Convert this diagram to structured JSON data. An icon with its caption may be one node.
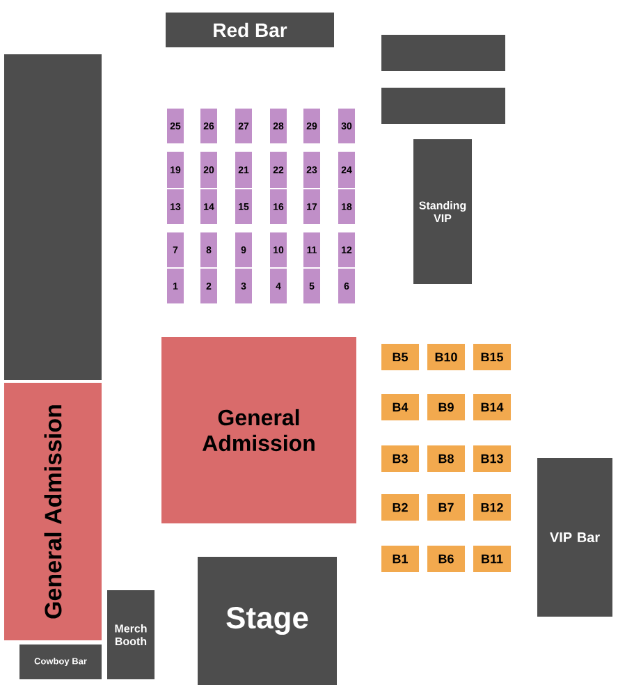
{
  "diagram": {
    "nodes": [
      {
        "text": [
          "Red Bar"
        ]
      },
      {
        "text": [],
        "shape": "box"
      },
      {
        "text": [],
        "shape": "box"
      },
      {
        "text": [],
        "shape": "box"
      },
      {
        "text": [
          "25"
        ]
      },
      {
        "text": [
          "26"
        ]
      },
      {
        "text": [
          "27"
        ]
      },
      {
        "text": [
          "28"
        ]
      },
      {
        "text": [
          "29"
        ]
      },
      {
        "text": [
          "30"
        ]
      },
      {
        "text": [
          "19"
        ]
      },
      {
        "text": [
          "20"
        ]
      },
      {
        "text": [
          "21"
        ]
      },
      {
        "text": [
          "22"
        ]
      },
      {
        "text": [
          "23"
        ]
      },
      {
        "text": [
          "24"
        ]
      },
      {
        "text": [
          "13"
        ]
      },
      {
        "text": [
          "14"
        ]
      },
      {
        "text": [
          "15"
        ]
      },
      {
        "text": [
          "16"
        ]
      },
      {
        "text": [
          "17"
        ]
      },
      {
        "text": [
          "18"
        ]
      },
      {
        "text": [
          "7"
        ]
      },
      {
        "text": [
          "8"
        ]
      },
      {
        "text": [
          "9"
        ]
      },
      {
        "text": [
          "10"
        ]
      },
      {
        "text": [
          "11"
        ]
      },
      {
        "text": [
          "12"
        ]
      },
      {
        "text": [
          "1"
        ]
      },
      {
        "text": [
          "2"
        ]
      },
      {
        "text": [
          "3"
        ]
      },
      {
        "text": [
          "4"
        ]
      },
      {
        "text": [
          "5"
        ]
      },
      {
        "text": [
          "6"
        ]
      },
      {
        "text": [
          "Standing VIP"
        ]
      },
      {
        "text": [
          "General Admission"
        ]
      },
      {
        "text": [
          "B5"
        ]
      },
      {
        "text": [
          "B10"
        ]
      },
      {
        "text": [
          "B15"
        ]
      },
      {
        "text": [
          "B4"
        ]
      },
      {
        "text": [
          "B9"
        ]
      },
      {
        "text": [
          "B14"
        ]
      },
      {
        "text": [
          "B3"
        ]
      },
      {
        "text": [
          "B8"
        ]
      },
      {
        "text": [
          "B13"
        ]
      },
      {
        "text": [
          "B2"
        ]
      },
      {
        "text": [
          "B7"
        ]
      },
      {
        "text": [
          "B12"
        ]
      },
      {
        "text": [
          "B1"
        ]
      },
      {
        "text": [
          "B6"
        ]
      },
      {
        "text": [
          "B11"
        ]
      },
      {
        "text": [
          "General Admission"
        ]
      },
      {
        "text": [
          "VIP Bar"
        ]
      },
      {
        "text": [
          "Merch Booth"
        ]
      },
      {
        "text": [
          "Stage"
        ]
      },
      {
        "text": [
          "Cowboy Bar"
        ]
      }
    ]
  }
}
